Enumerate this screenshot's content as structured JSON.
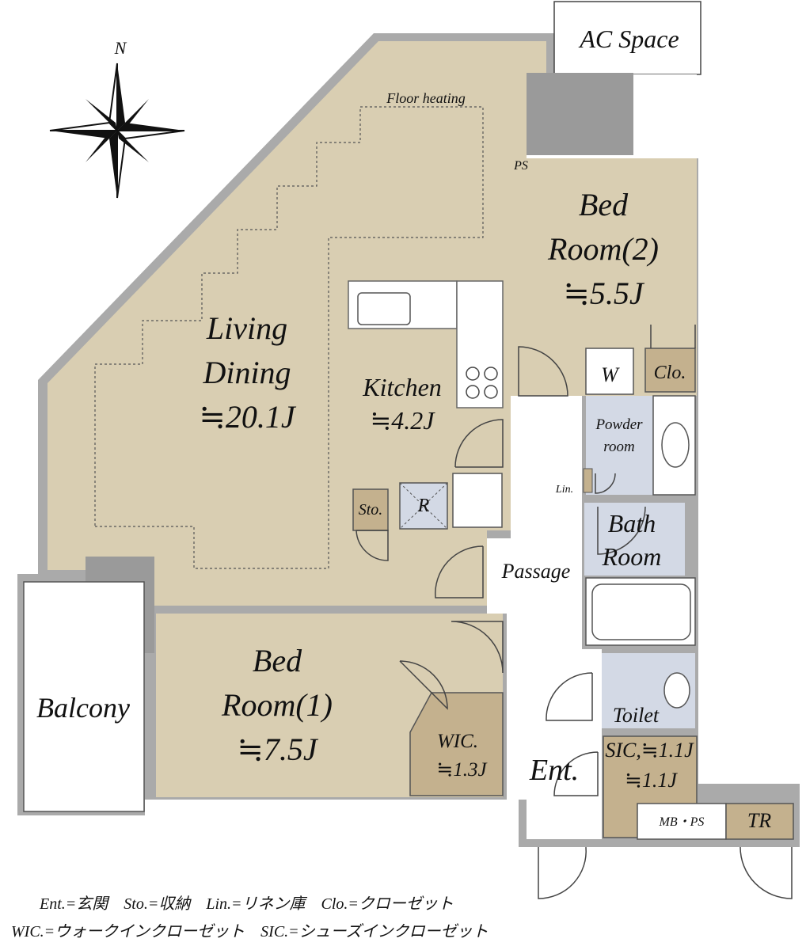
{
  "compass": {
    "north": "N"
  },
  "rooms": {
    "ac_space": "AC Space",
    "floor_heating": "Floor heating",
    "ps": "PS",
    "bed2": [
      "Bed",
      "Room(2)",
      "≒5.5J"
    ],
    "living": [
      "Living",
      "Dining",
      "≒20.1J"
    ],
    "kitchen": [
      "Kitchen",
      "≒4.2J"
    ],
    "washer": "W",
    "clo": "Clo.",
    "powder": [
      "Powder",
      "room"
    ],
    "lin": "Lin.",
    "sto": "Sto.",
    "fridge": "R",
    "bath": [
      "Bath",
      "Room"
    ],
    "passage": "Passage",
    "bed1": [
      "Bed",
      "Room(1)",
      "≒7.5J"
    ],
    "balcony": "Balcony",
    "toilet": "Toilet",
    "wic": [
      "WIC.",
      "≒1.3J"
    ],
    "ent": "Ent.",
    "sic": [
      "SIC",
      "≒1.1J"
    ],
    "mbps": "MB・PS",
    "tr": "TR"
  },
  "legend": {
    "line1": "Ent.=玄関　Sto.=収納　Lin.=リネン庫　Clo.=クローゼット",
    "line2": "WIC.=ウォークインクローゼット　SIC.=シューズインクローゼット"
  },
  "colors": {
    "room_fill": "#d9ceb2",
    "storage_fill": "#c4b18e",
    "wet_fill": "#d3d9e5",
    "wall": "#aaaaaa",
    "column": "#9a9a9a"
  }
}
